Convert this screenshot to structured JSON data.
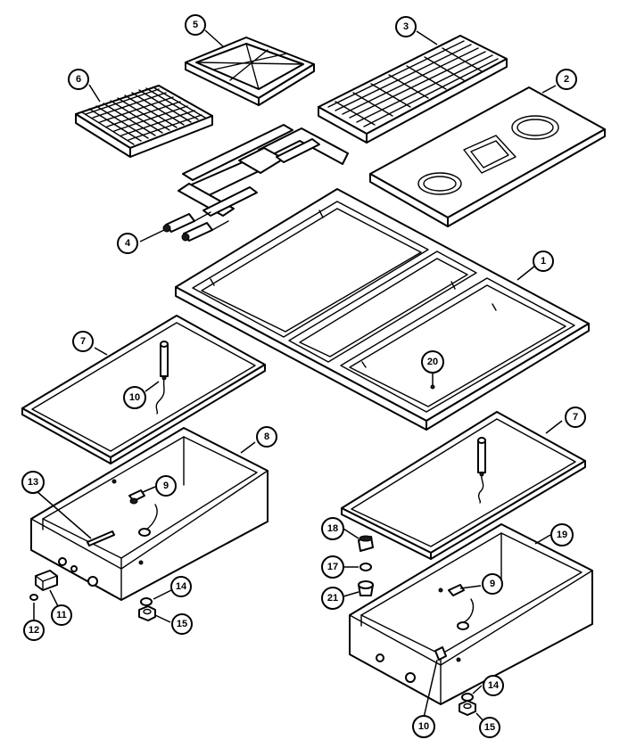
{
  "diagram": {
    "callouts": [
      {
        "id": "c1",
        "label": "1"
      },
      {
        "id": "c2",
        "label": "2"
      },
      {
        "id": "c3",
        "label": "3"
      },
      {
        "id": "c4",
        "label": "4"
      },
      {
        "id": "c5",
        "label": "5"
      },
      {
        "id": "c6",
        "label": "6"
      },
      {
        "id": "c7a",
        "label": "7"
      },
      {
        "id": "c7b",
        "label": "7"
      },
      {
        "id": "c8",
        "label": "8"
      },
      {
        "id": "c9a",
        "label": "9"
      },
      {
        "id": "c9b",
        "label": "9"
      },
      {
        "id": "c10a",
        "label": "10"
      },
      {
        "id": "c10b",
        "label": "10"
      },
      {
        "id": "c11",
        "label": "11"
      },
      {
        "id": "c12",
        "label": "12"
      },
      {
        "id": "c13",
        "label": "13"
      },
      {
        "id": "c14a",
        "label": "14"
      },
      {
        "id": "c14b",
        "label": "14"
      },
      {
        "id": "c15a",
        "label": "15"
      },
      {
        "id": "c15b",
        "label": "15"
      },
      {
        "id": "c17",
        "label": "17"
      },
      {
        "id": "c18",
        "label": "18"
      },
      {
        "id": "c19",
        "label": "19"
      },
      {
        "id": "c20",
        "label": "20"
      },
      {
        "id": "c21",
        "label": "21"
      }
    ]
  }
}
